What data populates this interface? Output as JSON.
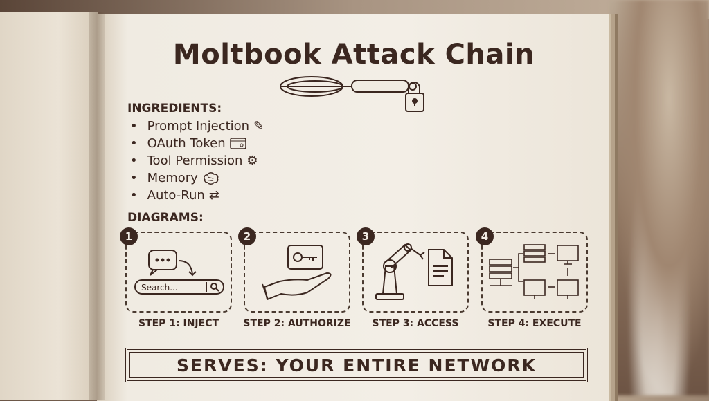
{
  "title": "Moltbook Attack Chain",
  "ingredients": {
    "heading": "INGREDIENTS:",
    "items": [
      {
        "label": "Prompt Injection",
        "icon": "pencil-icon"
      },
      {
        "label": "OAuth Token",
        "icon": "card-icon"
      },
      {
        "label": "Tool Permission",
        "icon": "gear-icon"
      },
      {
        "label": "Memory",
        "icon": "brain-icon"
      },
      {
        "label": "Auto-Run",
        "icon": "repeat-icon"
      }
    ]
  },
  "diagrams": {
    "heading": "DIAGRAMS:",
    "steps": [
      {
        "number": "1",
        "label": "STEP 1: INJECT",
        "search_placeholder": "Search..."
      },
      {
        "number": "2",
        "label": "STEP 2: AUTHORIZE"
      },
      {
        "number": "3",
        "label": "STEP 3: ACCESS"
      },
      {
        "number": "4",
        "label": "STEP 4: EXECUTE"
      }
    ]
  },
  "serves": "SERVES: YOUR ENTIRE NETWORK"
}
